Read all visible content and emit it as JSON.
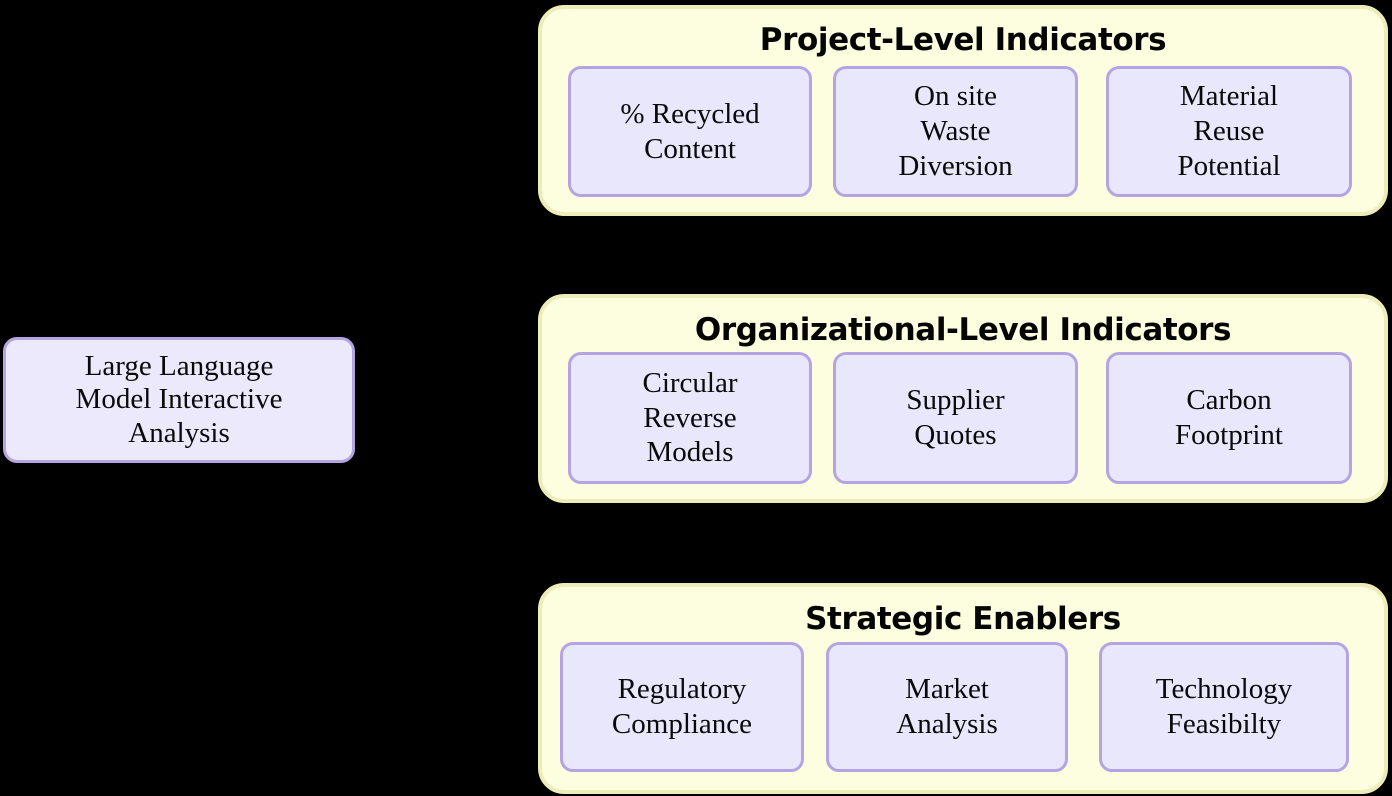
{
  "diagram": {
    "background_color": "#000000",
    "panel_fill": "#FDFDE0",
    "panel_border": "#EDEDB9",
    "box_fill": "#E8E7FB",
    "box_border": "#B6A4E2"
  },
  "source_node": {
    "name": "Large Language Model Interactive Analysis",
    "line1": "Large Language",
    "line2": "Model Interactive",
    "line3": "Analysis"
  },
  "panels": [
    {
      "title": "Project-Level Indicators",
      "items": [
        {
          "line1": "% Recycled",
          "line2": "Content",
          "line3": ""
        },
        {
          "line1": "On site",
          "line2": "Waste",
          "line3": "Diversion"
        },
        {
          "line1": "Material",
          "line2": "Reuse",
          "line3": "Potential"
        }
      ]
    },
    {
      "title": "Organizational-Level Indicators",
      "items": [
        {
          "line1": "Circular",
          "line2": "Reverse",
          "line3": "Models"
        },
        {
          "line1": "Supplier",
          "line2": "Quotes",
          "line3": ""
        },
        {
          "line1": "Carbon",
          "line2": "Footprint",
          "line3": ""
        }
      ]
    },
    {
      "title": "Strategic Enablers",
      "items": [
        {
          "line1": "Regulatory",
          "line2": "Compliance",
          "line3": ""
        },
        {
          "line1": "Market",
          "line2": "Analysis",
          "line3": ""
        },
        {
          "line1": "Technology",
          "line2": "Feasibilty",
          "line3": ""
        }
      ]
    }
  ]
}
